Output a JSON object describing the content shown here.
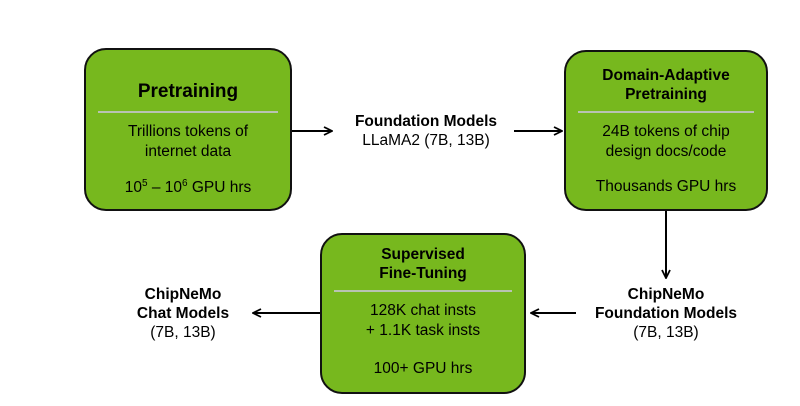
{
  "pretraining": {
    "title": "Pretraining",
    "line1": "Trillions tokens of",
    "line2": "internet data",
    "gpu_base1": "10",
    "gpu_exp1": "5",
    "gpu_mid": " – ",
    "gpu_base2": "10",
    "gpu_exp2": "6",
    "gpu_unit": " GPU hrs"
  },
  "foundation_models": {
    "title": "Foundation Models",
    "subtitle": "LLaMA2 (7B, 13B)"
  },
  "dapt": {
    "title_line1": "Domain-Adaptive",
    "title_line2": "Pretraining",
    "line1": "24B tokens of chip",
    "line2": "design docs/code",
    "gpu": "Thousands GPU hrs"
  },
  "chipnemo_foundation": {
    "line1": "ChipNeMo",
    "line2": "Foundation Models",
    "line3": "(7B, 13B)"
  },
  "sft": {
    "title_line1": "Supervised",
    "title_line2": "Fine-Tuning",
    "line1": "128K chat insts",
    "line2": "+ 1.1K task insts",
    "gpu": "100+ GPU hrs"
  },
  "chipnemo_chat": {
    "line1": "ChipNeMo",
    "line2": "Chat Models",
    "line3": "(7B, 13B)"
  }
}
